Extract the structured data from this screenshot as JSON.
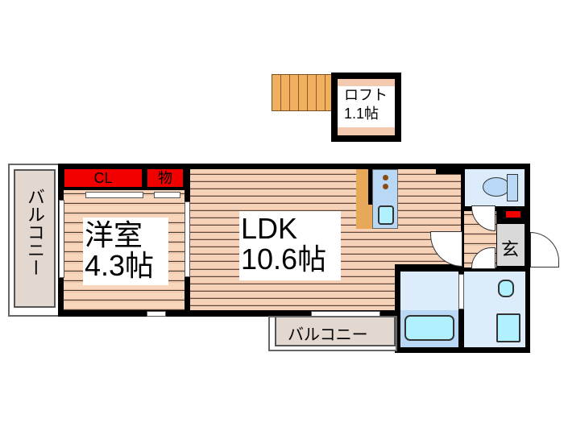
{
  "floor_plan": {
    "loft": {
      "name": "ロフト",
      "size": "1.1帖"
    },
    "western_room": {
      "name": "洋室",
      "size": "4.3帖"
    },
    "ldk": {
      "name": "LDK",
      "size": "10.6帖"
    },
    "closet": {
      "label": "CL"
    },
    "storage": {
      "label": "物"
    },
    "entrance": {
      "label": "玄"
    },
    "balcony_left": {
      "label": "バルコニー"
    },
    "balcony_bottom": {
      "label": "バルコニー"
    }
  },
  "colors": {
    "wall": "#000000",
    "floor": "#f6d3b8",
    "closet": "#f20000",
    "wet_area": "#dcecfb",
    "fixture": "#b0f0ff",
    "stairs": "#f0b060",
    "balcony": "#e2d8cf",
    "entrance": "#d9d9d9"
  }
}
